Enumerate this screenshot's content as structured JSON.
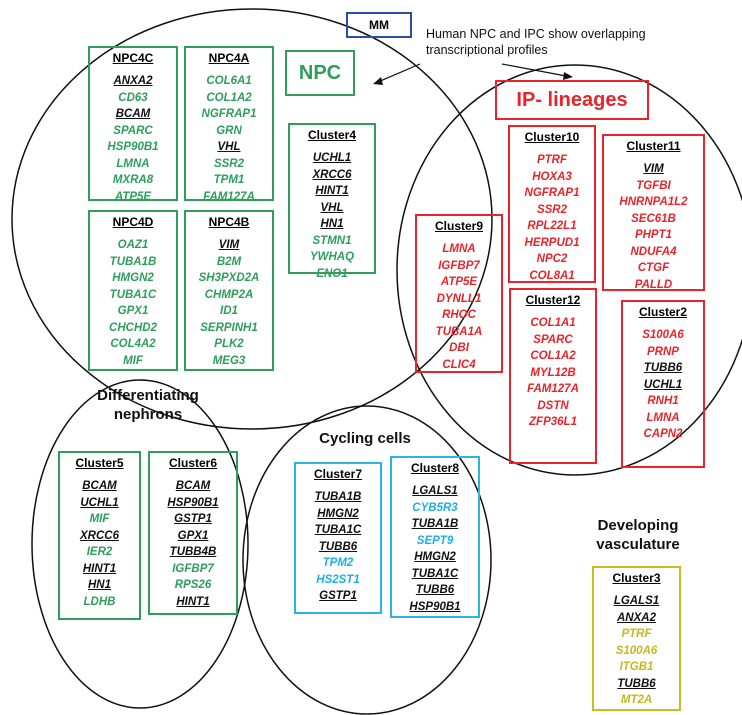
{
  "mm_label": "MM",
  "note_lines": [
    "Human NPC and IPC show overlapping",
    "transcriptional profiles"
  ],
  "npc_label": "NPC",
  "ip_label": "IP- lineages",
  "region_labels": {
    "differentiating": [
      "Differentiating",
      "nephrons"
    ],
    "cycling": "Cycling cells",
    "vasculature": [
      "Developing",
      "vasculature"
    ]
  },
  "colors": {
    "green": "#2e9e5b",
    "red": "#e8242a",
    "cyan": "#1fb0e0",
    "olive": "#c4b820",
    "navy": "#2f4f9e",
    "black": "#111111"
  },
  "boxes": [
    {
      "id": "npc4c",
      "title": "NPC4C",
      "group": "green",
      "genes": [
        {
          "name": "ANXA2",
          "color": "black"
        },
        {
          "name": "CD63",
          "color": "green"
        },
        {
          "name": "BCAM",
          "color": "black"
        },
        {
          "name": "SPARC",
          "color": "green"
        },
        {
          "name": "HSP90B1",
          "color": "green"
        },
        {
          "name": "LMNA",
          "color": "green"
        },
        {
          "name": "MXRA8",
          "color": "green"
        },
        {
          "name": "ATP5E",
          "color": "green"
        }
      ]
    },
    {
      "id": "npc4a",
      "title": "NPC4A",
      "group": "green",
      "genes": [
        {
          "name": "COL6A1",
          "color": "green"
        },
        {
          "name": "COL1A2",
          "color": "green"
        },
        {
          "name": "NGFRAP1",
          "color": "green"
        },
        {
          "name": "GRN",
          "color": "green"
        },
        {
          "name": "VHL",
          "color": "black"
        },
        {
          "name": "SSR2",
          "color": "green"
        },
        {
          "name": "TPM1",
          "color": "green"
        },
        {
          "name": "FAM127A",
          "color": "green"
        }
      ]
    },
    {
      "id": "npc4d",
      "title": "NPC4D",
      "group": "green",
      "genes": [
        {
          "name": "OAZ1",
          "color": "green"
        },
        {
          "name": "TUBA1B",
          "color": "green"
        },
        {
          "name": "HMGN2",
          "color": "green"
        },
        {
          "name": "TUBA1C",
          "color": "green"
        },
        {
          "name": "GPX1",
          "color": "green"
        },
        {
          "name": "CHCHD2",
          "color": "green"
        },
        {
          "name": "COL4A2",
          "color": "green"
        },
        {
          "name": "MIF",
          "color": "green"
        }
      ]
    },
    {
      "id": "npc4b",
      "title": "NPC4B",
      "group": "green",
      "genes": [
        {
          "name": "VIM",
          "color": "black"
        },
        {
          "name": "B2M",
          "color": "green"
        },
        {
          "name": "SH3PXD2A",
          "color": "green"
        },
        {
          "name": "CHMP2A",
          "color": "green"
        },
        {
          "name": "ID1",
          "color": "green"
        },
        {
          "name": "SERPINH1",
          "color": "green"
        },
        {
          "name": "PLK2",
          "color": "green"
        },
        {
          "name": "MEG3",
          "color": "green"
        }
      ]
    },
    {
      "id": "cluster4",
      "title": "Cluster4",
      "group": "green",
      "genes": [
        {
          "name": "UCHL1",
          "color": "black"
        },
        {
          "name": "XRCC6",
          "color": "black"
        },
        {
          "name": "HINT1",
          "color": "black"
        },
        {
          "name": "VHL",
          "color": "black"
        },
        {
          "name": "HN1",
          "color": "black"
        },
        {
          "name": "STMN1",
          "color": "green"
        },
        {
          "name": "YWHAQ",
          "color": "green"
        },
        {
          "name": "ENO1",
          "color": "green"
        }
      ]
    },
    {
      "id": "cluster10",
      "title": "Cluster10",
      "group": "red",
      "genes": [
        {
          "name": "PTRF",
          "color": "red"
        },
        {
          "name": "HOXA3",
          "color": "red"
        },
        {
          "name": "NGFRAP1",
          "color": "red"
        },
        {
          "name": "SSR2",
          "color": "red"
        },
        {
          "name": "RPL22L1",
          "color": "red"
        },
        {
          "name": "HERPUD1",
          "color": "red"
        },
        {
          "name": "NPC2",
          "color": "red"
        },
        {
          "name": "COL8A1",
          "color": "red"
        }
      ]
    },
    {
      "id": "cluster11",
      "title": "Cluster11",
      "group": "red",
      "genes": [
        {
          "name": "VIM",
          "color": "black"
        },
        {
          "name": "TGFBI",
          "color": "red"
        },
        {
          "name": "HNRNPA1L2",
          "color": "red"
        },
        {
          "name": "SEC61B",
          "color": "red"
        },
        {
          "name": "PHPT1",
          "color": "red"
        },
        {
          "name": "NDUFA4",
          "color": "red"
        },
        {
          "name": "CTGF",
          "color": "red"
        },
        {
          "name": "PALLD",
          "color": "red"
        }
      ]
    },
    {
      "id": "cluster9",
      "title": "Cluster9",
      "group": "red",
      "genes": [
        {
          "name": "LMNA",
          "color": "red"
        },
        {
          "name": "IGFBP7",
          "color": "red"
        },
        {
          "name": "ATP5E",
          "color": "red"
        },
        {
          "name": "DYNLL1",
          "color": "red"
        },
        {
          "name": "RHOC",
          "color": "red"
        },
        {
          "name": "TUBA1A",
          "color": "red"
        },
        {
          "name": "DBI",
          "color": "red"
        },
        {
          "name": "CLIC4",
          "color": "red"
        }
      ]
    },
    {
      "id": "cluster12",
      "title": "Cluster12",
      "group": "red",
      "genes": [
        {
          "name": "COL1A1",
          "color": "red"
        },
        {
          "name": "SPARC",
          "color": "red"
        },
        {
          "name": "COL1A2",
          "color": "red"
        },
        {
          "name": "MYL12B",
          "color": "red"
        },
        {
          "name": "FAM127A",
          "color": "red"
        },
        {
          "name": "DSTN",
          "color": "red"
        },
        {
          "name": "ZFP36L1",
          "color": "red"
        }
      ]
    },
    {
      "id": "cluster2",
      "title": "Cluster2",
      "group": "red",
      "genes": [
        {
          "name": "S100A6",
          "color": "red"
        },
        {
          "name": "PRNP",
          "color": "red"
        },
        {
          "name": "TUBB6",
          "color": "black"
        },
        {
          "name": "UCHL1",
          "color": "black"
        },
        {
          "name": "RNH1",
          "color": "red"
        },
        {
          "name": "LMNA",
          "color": "red"
        },
        {
          "name": "CAPN2",
          "color": "red"
        }
      ]
    },
    {
      "id": "cluster5",
      "title": "Cluster5",
      "group": "green",
      "genes": [
        {
          "name": "BCAM",
          "color": "black"
        },
        {
          "name": "UCHL1",
          "color": "black"
        },
        {
          "name": "MIF",
          "color": "green"
        },
        {
          "name": "XRCC6",
          "color": "black"
        },
        {
          "name": "IER2",
          "color": "green"
        },
        {
          "name": "HINT1",
          "color": "black"
        },
        {
          "name": "HN1",
          "color": "black"
        },
        {
          "name": "LDHB",
          "color": "green"
        }
      ]
    },
    {
      "id": "cluster6",
      "title": "Cluster6",
      "group": "green",
      "genes": [
        {
          "name": "BCAM",
          "color": "black"
        },
        {
          "name": "HSP90B1",
          "color": "black"
        },
        {
          "name": "GSTP1",
          "color": "black"
        },
        {
          "name": "GPX1",
          "color": "black"
        },
        {
          "name": "TUBB4B",
          "color": "black"
        },
        {
          "name": "IGFBP7",
          "color": "green"
        },
        {
          "name": "RPS26",
          "color": "green"
        },
        {
          "name": "HINT1",
          "color": "black"
        }
      ]
    },
    {
      "id": "cluster7",
      "title": "Cluster7",
      "group": "cyan",
      "genes": [
        {
          "name": "TUBA1B",
          "color": "black"
        },
        {
          "name": "HMGN2",
          "color": "black"
        },
        {
          "name": "TUBA1C",
          "color": "black"
        },
        {
          "name": "TUBB6",
          "color": "black"
        },
        {
          "name": "TPM2",
          "color": "cyan"
        },
        {
          "name": "HS2ST1",
          "color": "cyan"
        },
        {
          "name": "GSTP1",
          "color": "black"
        }
      ]
    },
    {
      "id": "cluster8",
      "title": "Cluster8",
      "group": "cyan",
      "genes": [
        {
          "name": "LGALS1",
          "color": "black"
        },
        {
          "name": "CYB5R3",
          "color": "cyan"
        },
        {
          "name": "TUBA1B",
          "color": "black"
        },
        {
          "name": "SEPT9",
          "color": "cyan"
        },
        {
          "name": "HMGN2",
          "color": "black"
        },
        {
          "name": "TUBA1C",
          "color": "black"
        },
        {
          "name": "TUBB6",
          "color": "black"
        },
        {
          "name": "HSP90B1",
          "color": "black"
        }
      ]
    },
    {
      "id": "cluster3",
      "title": "Cluster3",
      "group": "olive",
      "genes": [
        {
          "name": "LGALS1",
          "color": "black"
        },
        {
          "name": "ANXA2",
          "color": "black"
        },
        {
          "name": "PTRF",
          "color": "olive"
        },
        {
          "name": "S100A6",
          "color": "olive"
        },
        {
          "name": "ITGB1",
          "color": "olive"
        },
        {
          "name": "TUBB6",
          "color": "black"
        },
        {
          "name": "MT2A",
          "color": "olive"
        }
      ]
    }
  ]
}
